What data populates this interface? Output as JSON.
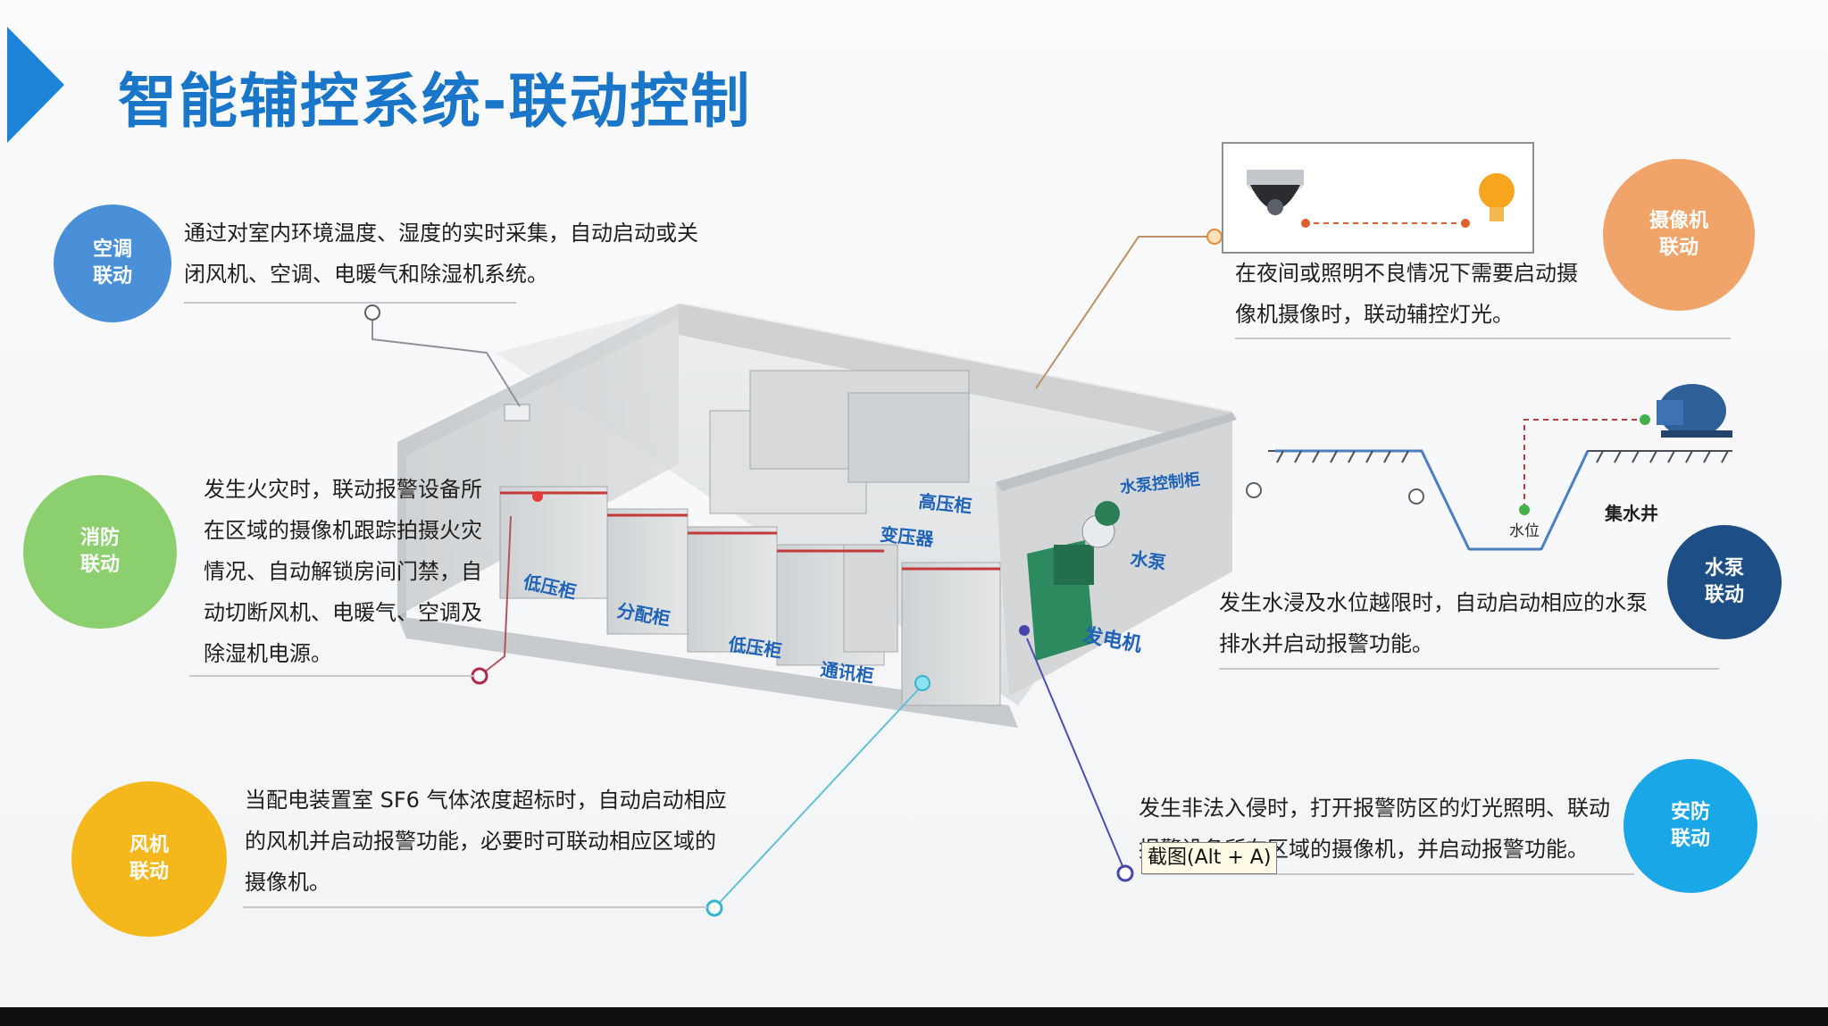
{
  "title": "智能辅控系统-联动控制",
  "modules": {
    "ac": {
      "label": "空调\n联动",
      "text": "通过对室内环境温度、湿度的实时采集，自动启动或关闭风机、空调、电暖气和除湿机系统。",
      "color": "#4a90d9"
    },
    "fire": {
      "label": "消防\n联动",
      "text": "发生火灾时，联动报警设备所在区域的摄像机跟踪拍摄火灾情况、自动解锁房间门禁，自动切断风机、电暖气、空调及除湿机电源。",
      "color": "#8ccf6e"
    },
    "fan": {
      "label": "风机\n联动",
      "text": "当配电装置室 SF6 气体浓度超标时，自动启动相应的风机并启动报警功能，必要时可联动相应区域的摄像机。",
      "color": "#f5b81c"
    },
    "camera": {
      "label": "摄像机\n联动",
      "text": "在夜间或照明不良情况下需要启动摄像机摄像时，联动辅控灯光。",
      "color": "#f0a46a"
    },
    "pump": {
      "label": "水泵\n联动",
      "text": "发生水浸及水位越限时，自动启动相应的水泵排水并启动报警功能。",
      "color": "#1d4f86"
    },
    "security": {
      "label": "安防\n联动",
      "text": "发生非法入侵时，打开报警防区的灯光照明、联动报警设备所在区域的摄像机，并启动报警功能。",
      "color": "#1aa7e8"
    }
  },
  "room_labels": {
    "low_voltage_a": "低压柜",
    "distribution": "分配柜",
    "low_voltage_b": "低压柜",
    "comm": "通讯柜",
    "transformer": "变压器",
    "high_voltage": "高压柜",
    "water_cabinet": "水泵控制柜",
    "pump": "水泵",
    "generator": "发电机"
  },
  "sump": {
    "pit_label": "集水井",
    "level_label": "水位"
  },
  "tooltip": "截图(Alt + A)"
}
